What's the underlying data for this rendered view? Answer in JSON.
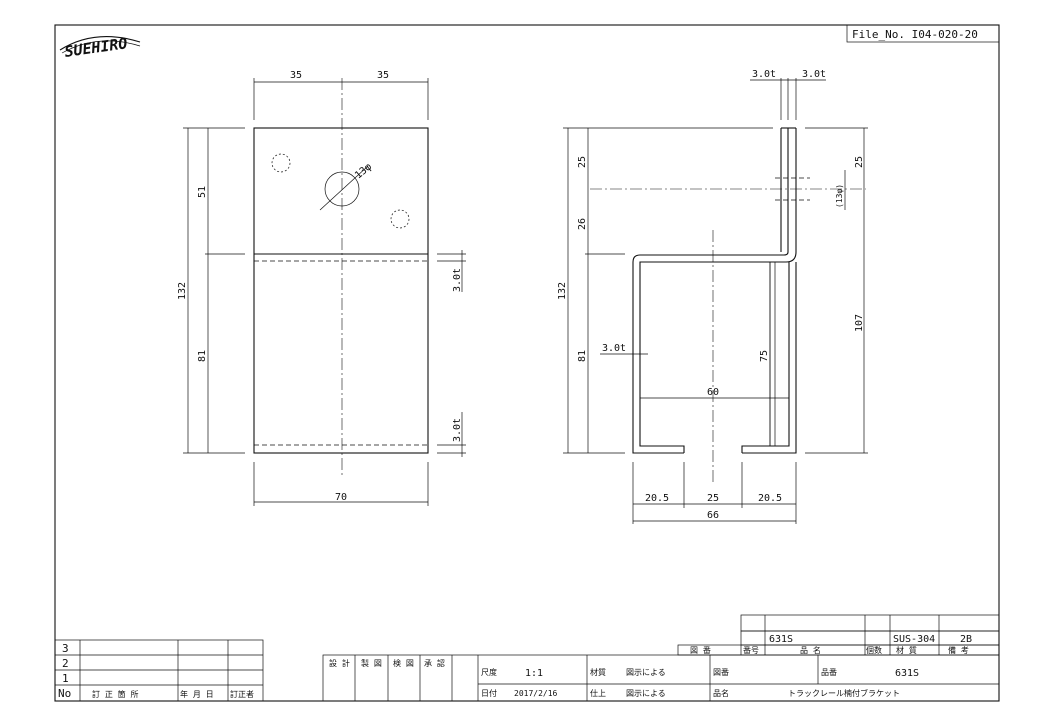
{
  "logo": {
    "text": "SUEHIRO"
  },
  "file_no": "File_No. I04-020-20",
  "left_view": {
    "dim_top_left": "35",
    "dim_top_right": "35",
    "hole_label": "13φ",
    "dim_height_upper": "51",
    "dim_height_total": "132",
    "dim_height_lower": "81",
    "thickness_upper": "3.0t",
    "thickness_lower": "3.0t",
    "dim_width": "70"
  },
  "right_view": {
    "thickness_a": "3.0t",
    "thickness_b": "3.0t",
    "dim_25_left": "25",
    "dim_26": "26",
    "dim_132": "132",
    "dim_81": "81",
    "dim_25_right": "25",
    "hole_label": "(13φ)",
    "dim_107": "107",
    "dim_75": "75",
    "dim_60": "60",
    "inner_thickness": "3.0t",
    "bottom_a": "20.5",
    "bottom_b": "25",
    "bottom_c": "20.5",
    "bottom_total": "66"
  },
  "revision_table": {
    "rows": [
      "3",
      "2",
      "1"
    ],
    "headers": [
      "No",
      "訂 正 箇 所",
      "年 月 日",
      "訂正者"
    ]
  },
  "title_block": {
    "sign_headers": [
      "設 計",
      "製 図",
      "検 図",
      "承 認"
    ],
    "scale_label": "尺度",
    "scale_value": "1:1",
    "date_label": "日付",
    "date_value": "2017/2/16",
    "material_label": "材質",
    "material_value": "図示による",
    "finish_label": "仕上",
    "finish_value": "図示による",
    "drawing_no_label": "図番",
    "product_no_label": "品番",
    "product_no_value": "631S",
    "product_name_label": "品名",
    "product_name_value": "トラックレール楠付ブラケット"
  },
  "parts_list": {
    "headers": [
      "図 番",
      "番号",
      "品 名",
      "個数",
      "材 質",
      "備 考"
    ],
    "row": {
      "part_no": "631S",
      "material": "SUS-304",
      "note": "2B"
    }
  }
}
